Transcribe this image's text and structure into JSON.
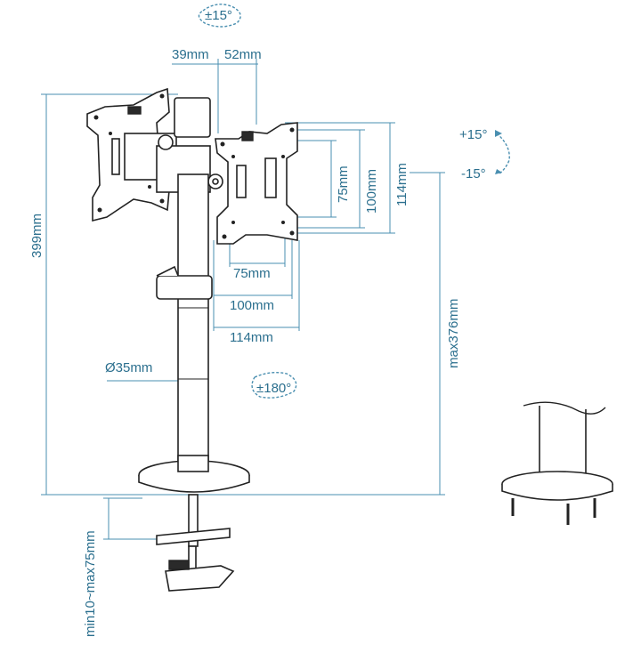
{
  "labels": {
    "tilt_top": "±15°",
    "offset_left": "39mm",
    "offset_right": "52mm",
    "tilt_up": "+15°",
    "tilt_down": "-15°",
    "vesa_v_75": "75mm",
    "vesa_v_100": "100mm",
    "vesa_v_114": "114mm",
    "vesa_h_75": "75mm",
    "vesa_h_100": "100mm",
    "vesa_h_114": "114mm",
    "total_height": "399mm",
    "max_height": "max376mm",
    "pole_diameter": "Ø35mm",
    "rotation": "±180°",
    "desk_thickness": "min10~max75mm"
  },
  "colors": {
    "dimension": "#2b6f8e",
    "line": "#4a8fb0",
    "outline": "#222222"
  }
}
